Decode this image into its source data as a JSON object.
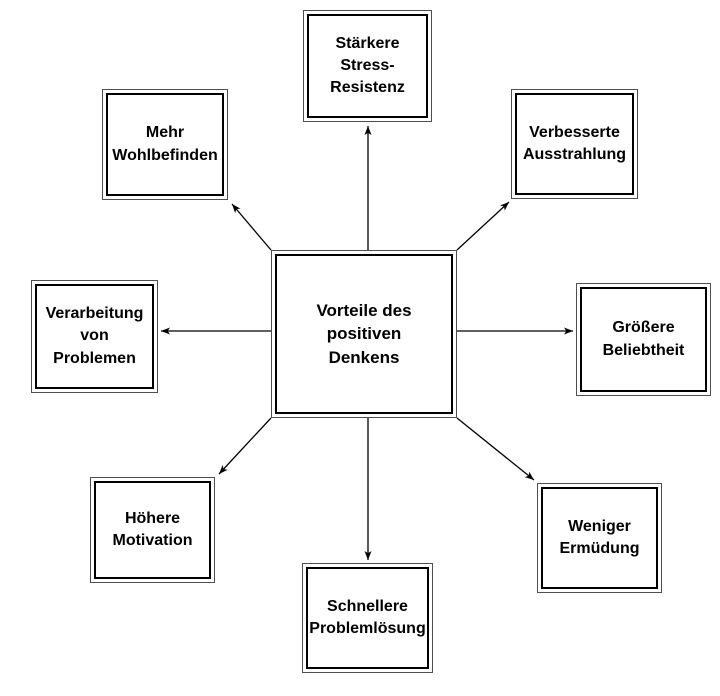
{
  "diagram": {
    "type": "radial-mind-map",
    "language": "de",
    "center": {
      "id": "vorteile-des-positiven-denkens",
      "label": "Vorteile des\npositiven\nDenkens"
    },
    "nodes": [
      {
        "id": "staerkere-stress-resistenz",
        "label": "Stärkere\nStress-\nResistenz",
        "direction": "top"
      },
      {
        "id": "mehr-wohlbefinden",
        "label": "Mehr\nWohlbefinden",
        "direction": "top-left"
      },
      {
        "id": "verbesserte-ausstrahlung",
        "label": "Verbesserte\nAusstrahlung",
        "direction": "top-right"
      },
      {
        "id": "verarbeitung-von-problemen",
        "label": "Verarbeitung\nvon Problemen",
        "direction": "left"
      },
      {
        "id": "groessere-beliebtheit",
        "label": "Größere\nBeliebtheit",
        "direction": "right"
      },
      {
        "id": "hoehere-motivation",
        "label": "Höhere\nMotivation",
        "direction": "bottom-left"
      },
      {
        "id": "schnellere-problemloesung",
        "label": "Schnellere\nProblemlösung",
        "direction": "bottom"
      },
      {
        "id": "weniger-ermuedung",
        "label": "Weniger\nErmüdung",
        "direction": "bottom-right"
      }
    ],
    "colors": {
      "background": "#ffffff",
      "box_fill": "#ffffff",
      "box_inner_border": "#000000",
      "box_outer_border": "#4f4f4f",
      "arrow": "#000000",
      "text": "#000000"
    }
  }
}
